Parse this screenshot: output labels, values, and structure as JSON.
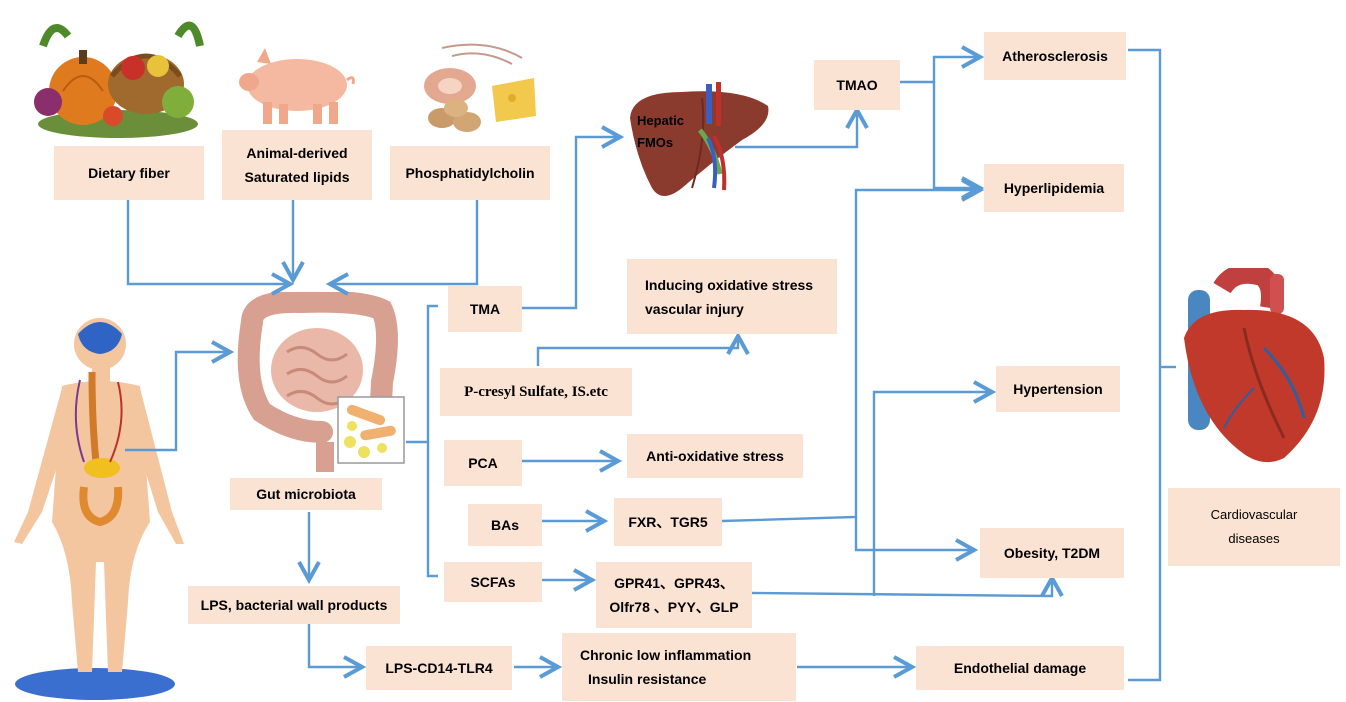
{
  "colors": {
    "box_fill": "#fbe3d3",
    "arrow": "#5b9bd5",
    "text": "#000000"
  },
  "sources": {
    "dietary_fiber": "Dietary fiber",
    "animal_lipids_line1": "Animal-derived",
    "animal_lipids_line2": "Saturated lipids",
    "phosphatidylcholin": "Phosphatidylcholin"
  },
  "organs": {
    "liver_label_line1": "Hepatic",
    "liver_label_line2": "FMOs",
    "gut_label": "Gut microbiota"
  },
  "metabolites": {
    "tma": "TMA",
    "tmao": "TMAO",
    "pcresyl_main": "P-cresyl Sulfate, ",
    "pcresyl_tail": "IS.etc",
    "pca": "PCA",
    "bas": "BAs",
    "scfas": "SCFAs",
    "lps": "LPS, bacterial wall products",
    "lps_cd14": "LPS-CD14-TLR4"
  },
  "mechanisms": {
    "oxidative_line1": "Inducing oxidative stress",
    "oxidative_line2": "vascular injury",
    "anti_oxidative": "Anti-oxidative stress",
    "fxr": "FXR、TGR5",
    "gpr_line1": "GPR41、GPR43、",
    "gpr_line2": "Olfr78 、PYY、GLP",
    "inflammation_line1": "Chronic low inflammation",
    "inflammation_line2": "Insulin resistance"
  },
  "outcomes": {
    "atherosclerosis": "Atherosclerosis",
    "hyperlipidemia": "Hyperlipidemia",
    "hypertension": "Hypertension",
    "obesity": "Obesity, T2DM",
    "endothelial": "Endothelial damage",
    "cvd_line1": "Cardiovascular",
    "cvd_line2": "diseases"
  }
}
